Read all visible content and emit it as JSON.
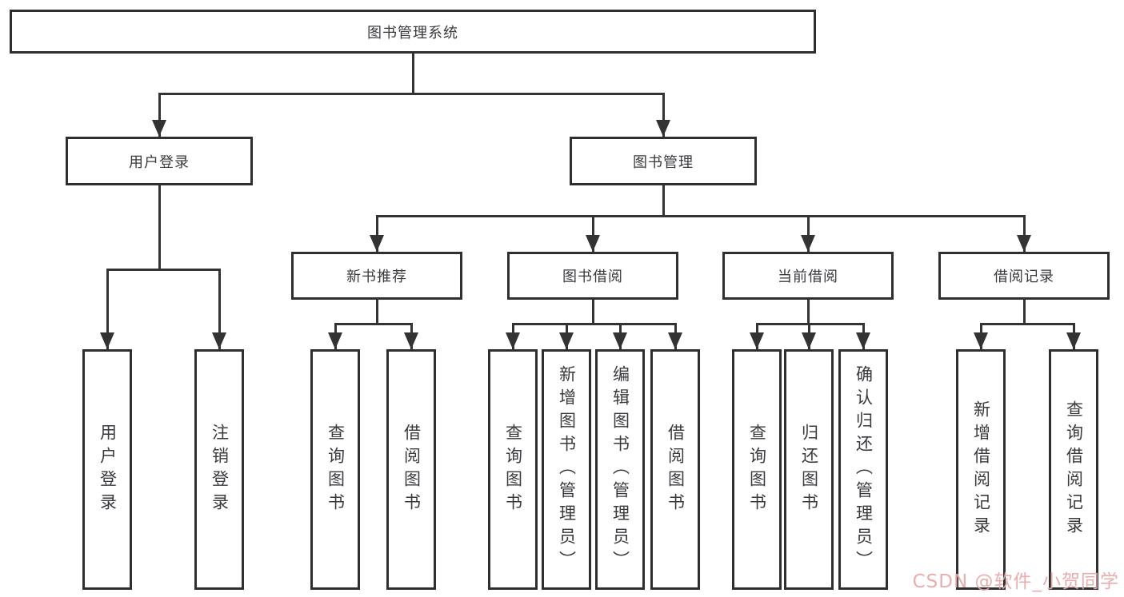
{
  "diagram": {
    "title": "图书管理系统",
    "nodes": [
      {
        "id": "root",
        "label": "图书管理系统",
        "level": 1,
        "orientation": "horizontal"
      },
      {
        "id": "login",
        "label": "用户登录",
        "level": 2,
        "orientation": "horizontal"
      },
      {
        "id": "mgmt",
        "label": "图书管理",
        "level": 2,
        "orientation": "horizontal"
      },
      {
        "id": "rec",
        "label": "新书推荐",
        "level": 3,
        "orientation": "horizontal"
      },
      {
        "id": "borrow",
        "label": "图书借阅",
        "level": 3,
        "orientation": "horizontal"
      },
      {
        "id": "current",
        "label": "当前借阅",
        "level": 3,
        "orientation": "horizontal"
      },
      {
        "id": "history",
        "label": "借阅记录",
        "level": 3,
        "orientation": "horizontal"
      },
      {
        "id": "login-user",
        "label": "用户登录",
        "level": 4,
        "orientation": "vertical"
      },
      {
        "id": "login-logout",
        "label": "注销登录",
        "level": 4,
        "orientation": "vertical"
      },
      {
        "id": "rec-query",
        "label": "查询图书",
        "level": 4,
        "orientation": "vertical"
      },
      {
        "id": "rec-borrow",
        "label": "借阅图书",
        "level": 4,
        "orientation": "vertical"
      },
      {
        "id": "borrow-query",
        "label": "查询图书",
        "level": 4,
        "orientation": "vertical"
      },
      {
        "id": "borrow-add",
        "label": "新增图书（管理员）",
        "level": 4,
        "orientation": "vertical"
      },
      {
        "id": "borrow-edit",
        "label": "编辑图书（管理员）",
        "level": 4,
        "orientation": "vertical"
      },
      {
        "id": "borrow-borrow",
        "label": "借阅图书",
        "level": 4,
        "orientation": "vertical"
      },
      {
        "id": "cur-query",
        "label": "查询图书",
        "level": 4,
        "orientation": "vertical"
      },
      {
        "id": "cur-return",
        "label": "归还图书",
        "level": 4,
        "orientation": "vertical"
      },
      {
        "id": "cur-confirm",
        "label": "确认归还（管理员）",
        "level": 4,
        "orientation": "vertical"
      },
      {
        "id": "hist-add",
        "label": "新增借阅记录",
        "level": 4,
        "orientation": "vertical"
      },
      {
        "id": "hist-query",
        "label": "查询借阅记录",
        "level": 4,
        "orientation": "vertical"
      }
    ],
    "edges": [
      [
        "root",
        "login"
      ],
      [
        "root",
        "mgmt"
      ],
      [
        "login",
        "login-user"
      ],
      [
        "login",
        "login-logout"
      ],
      [
        "mgmt",
        "rec"
      ],
      [
        "mgmt",
        "borrow"
      ],
      [
        "mgmt",
        "current"
      ],
      [
        "mgmt",
        "history"
      ],
      [
        "rec",
        "rec-query"
      ],
      [
        "rec",
        "rec-borrow"
      ],
      [
        "borrow",
        "borrow-query"
      ],
      [
        "borrow",
        "borrow-add"
      ],
      [
        "borrow",
        "borrow-edit"
      ],
      [
        "borrow",
        "borrow-borrow"
      ],
      [
        "current",
        "cur-query"
      ],
      [
        "current",
        "cur-return"
      ],
      [
        "current",
        "cur-confirm"
      ],
      [
        "history",
        "hist-add"
      ],
      [
        "history",
        "hist-query"
      ]
    ]
  },
  "watermark": {
    "text": "CSDN @软件_小贺同学",
    "color": "#e8a7a7"
  },
  "colors": {
    "background": "#ffffff",
    "border": "#2f2f2f",
    "line": "#333333",
    "text": "#3a3a3e"
  }
}
